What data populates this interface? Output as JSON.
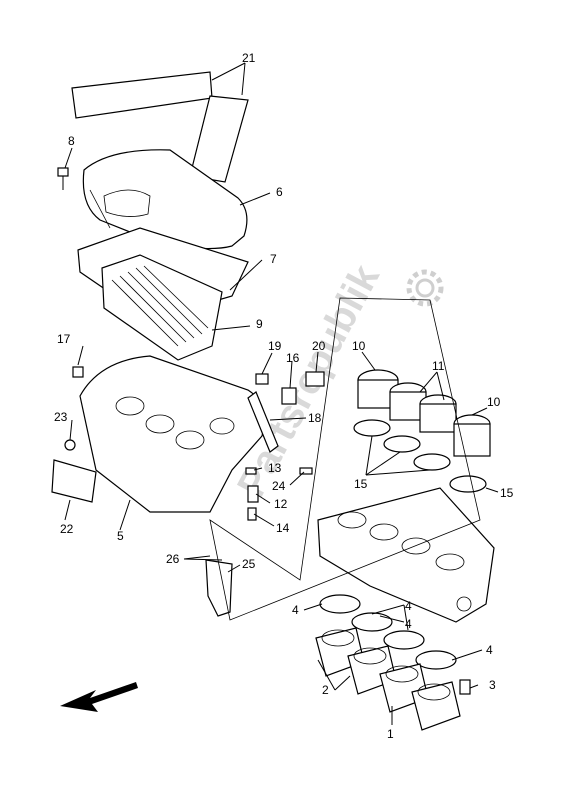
{
  "diagram": {
    "watermark_text": "Partsrepublik",
    "callouts": {
      "c1": "1",
      "c2": "2",
      "c3": "3",
      "c4a": "4",
      "c4b": "4",
      "c4c": "4",
      "c4d": "4",
      "c5": "5",
      "c6": "6",
      "c7": "7",
      "c8": "8",
      "c9": "9",
      "c10a": "10",
      "c10b": "10",
      "c11": "11",
      "c12": "12",
      "c13": "13",
      "c14": "14",
      "c15a": "15",
      "c15b": "15",
      "c16": "16",
      "c17": "17",
      "c18": "18",
      "c19": "19",
      "c20": "20",
      "c21": "21",
      "c22": "22",
      "c23": "23",
      "c24": "24",
      "c25": "25",
      "c26": "26"
    },
    "icons": {
      "gear": "gear-icon",
      "arrow": "direction-arrow-icon"
    }
  }
}
